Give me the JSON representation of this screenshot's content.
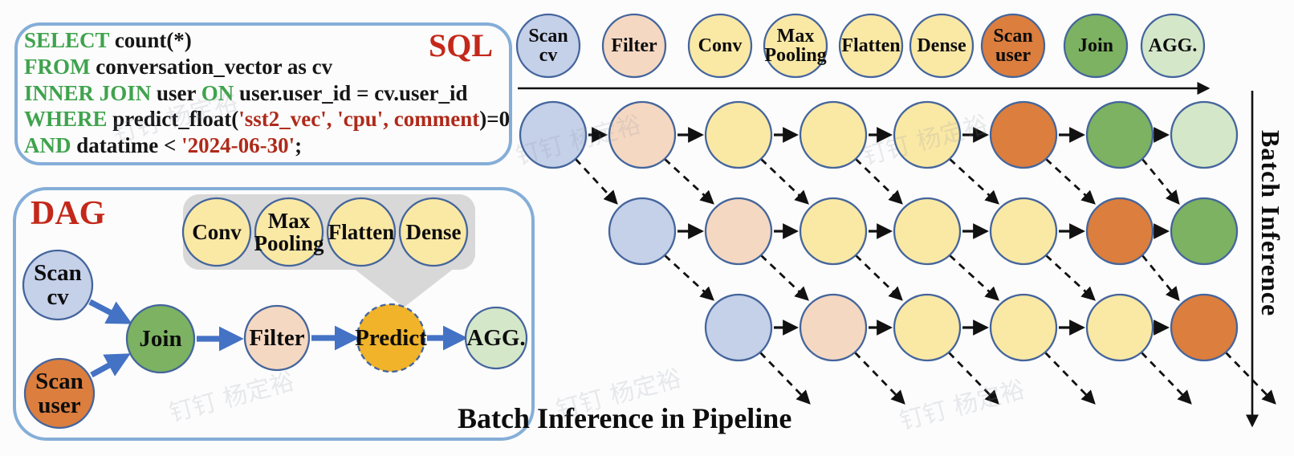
{
  "sql_panel": {
    "label": "SQL",
    "lines": [
      [
        {
          "t": "SELECT ",
          "c": "kw"
        },
        {
          "t": "count(*)",
          "c": "pl"
        }
      ],
      [
        {
          "t": "FROM ",
          "c": "kw"
        },
        {
          "t": "conversation_vector as cv",
          "c": "pl"
        }
      ],
      [
        {
          "t": "INNER JOIN ",
          "c": "kw"
        },
        {
          "t": "user ",
          "c": "pl"
        },
        {
          "t": "ON ",
          "c": "kw"
        },
        {
          "t": "user.user_id = cv.user_id",
          "c": "pl"
        }
      ],
      [
        {
          "t": "WHERE ",
          "c": "kw"
        },
        {
          "t": "predict_float(",
          "c": "pl"
        },
        {
          "t": "'sst2_vec', 'cpu', comment",
          "c": "str"
        },
        {
          "t": ")=0",
          "c": "pl"
        }
      ],
      [
        {
          "t": "AND ",
          "c": "kw"
        },
        {
          "t": "datatime < ",
          "c": "pl"
        },
        {
          "t": "'2024-06-30'",
          "c": "str"
        },
        {
          "t": ";",
          "c": "pl"
        }
      ]
    ]
  },
  "dag_panel": {
    "label": "DAG",
    "nodes": [
      {
        "id": "scan-cv",
        "label": "Scan\ncv",
        "color": "blue"
      },
      {
        "id": "scan-user",
        "label": "Scan\nuser",
        "color": "orange"
      },
      {
        "id": "join",
        "label": "Join",
        "color": "green"
      },
      {
        "id": "filter",
        "label": "Filter",
        "color": "peach"
      },
      {
        "id": "predict",
        "label": "Predict",
        "color": "gold",
        "dashed": true
      },
      {
        "id": "agg",
        "label": "AGG.",
        "color": "lightgreen"
      }
    ],
    "expansion_nodes": [
      {
        "id": "conv",
        "label": "Conv",
        "color": "yellow"
      },
      {
        "id": "max-pooling",
        "label": "Max\nPooling",
        "color": "yellow"
      },
      {
        "id": "flatten",
        "label": "Flatten",
        "color": "yellow"
      },
      {
        "id": "dense",
        "label": "Dense",
        "color": "yellow"
      }
    ]
  },
  "pipeline": {
    "stages": [
      {
        "id": "scan-cv",
        "label": "Scan\ncv",
        "color": "blue"
      },
      {
        "id": "filter",
        "label": "Filter",
        "color": "peach"
      },
      {
        "id": "conv",
        "label": "Conv",
        "color": "yellow"
      },
      {
        "id": "max-pooling",
        "label": "Max\nPooling",
        "color": "yellow"
      },
      {
        "id": "flatten",
        "label": "Flatten",
        "color": "yellow"
      },
      {
        "id": "dense",
        "label": "Dense",
        "color": "yellow"
      },
      {
        "id": "scan-user",
        "label": "Scan\nuser",
        "color": "orange"
      },
      {
        "id": "join",
        "label": "Join",
        "color": "green"
      },
      {
        "id": "agg",
        "label": "AGG.",
        "color": "lightgreen"
      }
    ],
    "batch_rows": [
      [
        "blue",
        "peach",
        "yellow",
        "yellow",
        "yellow",
        "orange",
        "green",
        "lightgreen"
      ],
      [
        "blue",
        "peach",
        "yellow",
        "yellow",
        "yellow",
        "orange",
        "green"
      ],
      [
        "blue",
        "peach",
        "yellow",
        "yellow",
        "yellow",
        "orange"
      ]
    ],
    "axis_label": "Batch Inference",
    "caption": "Batch Inference in Pipeline"
  },
  "watermark": {
    "text": "钉钉 杨定裕"
  },
  "colors": {
    "blue": "#c5d0e9",
    "peach": "#f5d8c2",
    "yellow": "#fae8a5",
    "orange": "#dc7e3e",
    "green": "#7cb261",
    "lightgreen": "#d4e7c9",
    "gold": "#f0b32a",
    "node_border": "#44659c",
    "box_border": "#85aed8",
    "callout_gray": "#d8d8d8",
    "keyword_green": "#3fa34d",
    "string_red": "#af2a1a",
    "label_red": "#c3281a",
    "arrow_blue": "#4472c4",
    "arrow_black": "#111111"
  }
}
